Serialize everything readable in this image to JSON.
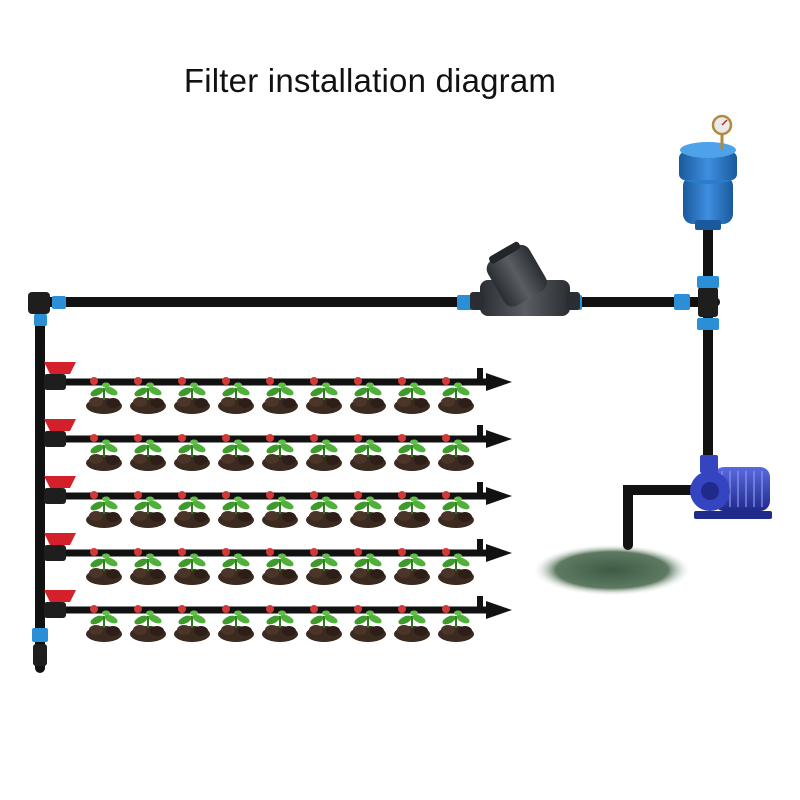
{
  "title": "Filter installation diagram",
  "components": {
    "filter": "filter-icon",
    "air_valve": "air-release-valve-icon",
    "pump": "water-pump-icon",
    "pressure_gauge": "pressure-gauge-icon",
    "valve": "ball-valve-icon",
    "plant": "seedling-icon",
    "dripper": "dripper-icon",
    "water_source": "water-pond-icon"
  },
  "drip_lines": 5,
  "plants_per_line": 9,
  "colors": {
    "pipe": "#111111",
    "fitting": "#2a8fd6",
    "valve": "#d4202a",
    "filter": "#3a3d42",
    "air_valve": "#2370b8",
    "pump": "#2f3fb0",
    "plant_leaf": "#3f9a2c",
    "soil": "#3b2a20",
    "ground": "#2e4a3a"
  }
}
